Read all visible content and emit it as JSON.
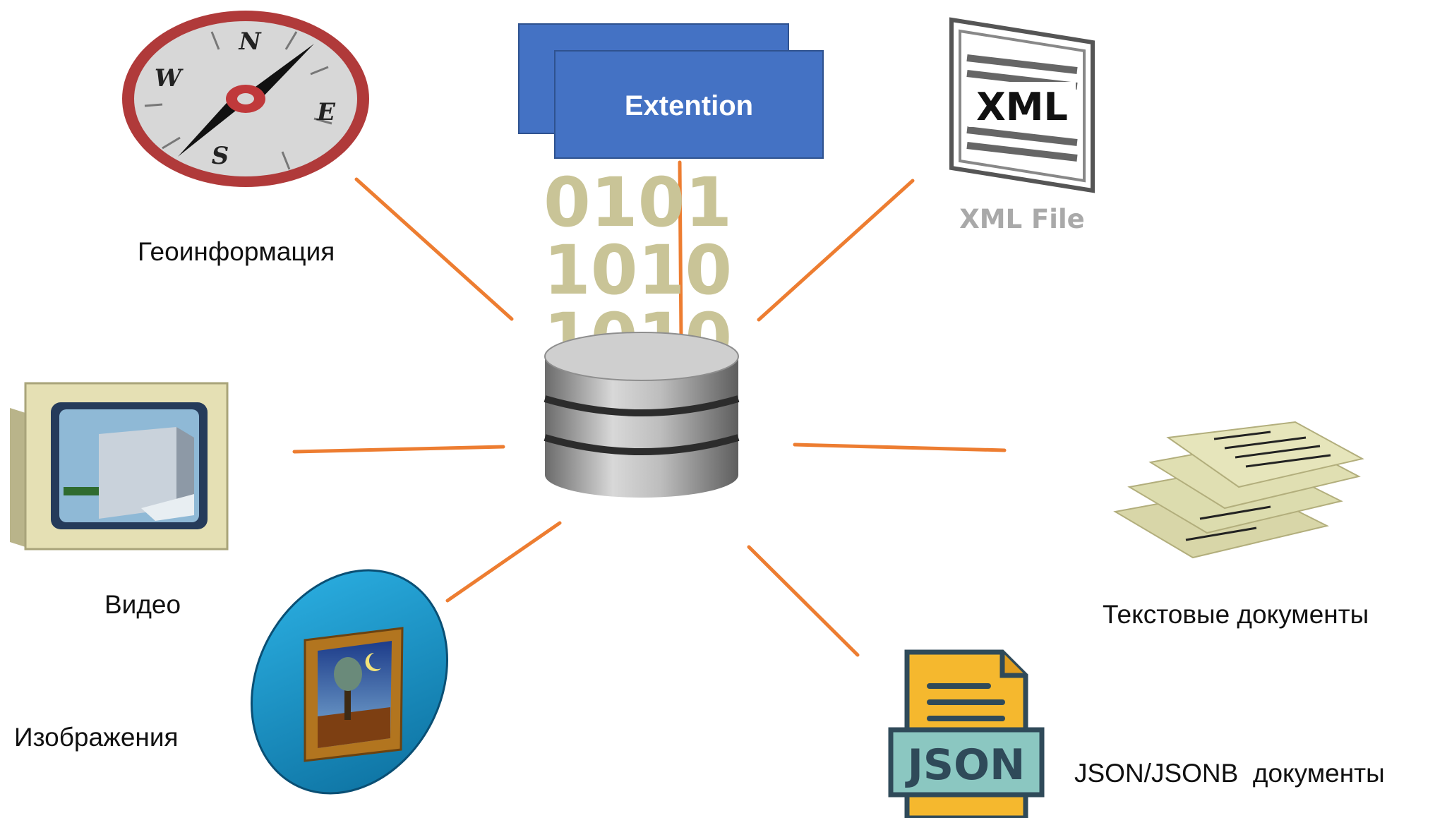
{
  "extension_box": {
    "label": "Extention"
  },
  "binary": {
    "line1": "0101",
    "line2": "1010",
    "line3": "1010"
  },
  "compass": {
    "n": "N",
    "e": "E",
    "s": "S",
    "w": "W"
  },
  "xml": {
    "badge": "XML",
    "file_label": "XML File"
  },
  "json": {
    "badge": "JSON"
  },
  "labels": {
    "geo": "Геоинформация",
    "video": "Видео",
    "images": "Изображения",
    "text_docs": "Текстовые документы",
    "json_docs": "JSON/JSONB  документы"
  },
  "colors": {
    "connector": "#ed7d31",
    "extension_fill": "#4472c4",
    "compass_ring": "#b03a3a",
    "json_folder": "#f5b82e",
    "json_badge": "#8bc7c1"
  }
}
